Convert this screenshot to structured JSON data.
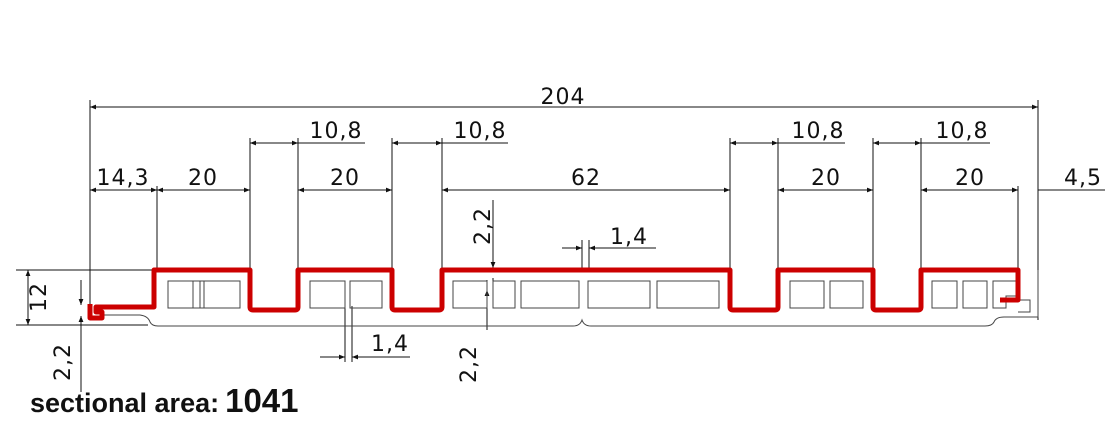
{
  "drawing": {
    "dimensions": {
      "total_width": "204",
      "left_offset": "14,3",
      "right_offset": "4,5",
      "seg_left": "20",
      "seg_middle_left": "20",
      "seg_center": "62",
      "seg_middle_right": "20",
      "seg_right": "20",
      "groove_1": "10,8",
      "groove_2": "10,8",
      "groove_3": "10,8",
      "groove_4": "10,8",
      "height": "12",
      "web_top": "1,4",
      "web_bottom": "1,4",
      "wall_center_top": "2,2",
      "wall_center_bottom": "2,2",
      "wall_left": "2,2"
    },
    "colors": {
      "outline": "#cc0000",
      "lines": "#111111"
    }
  },
  "sectional_area": {
    "label": "sectional area:",
    "value": "1041"
  }
}
